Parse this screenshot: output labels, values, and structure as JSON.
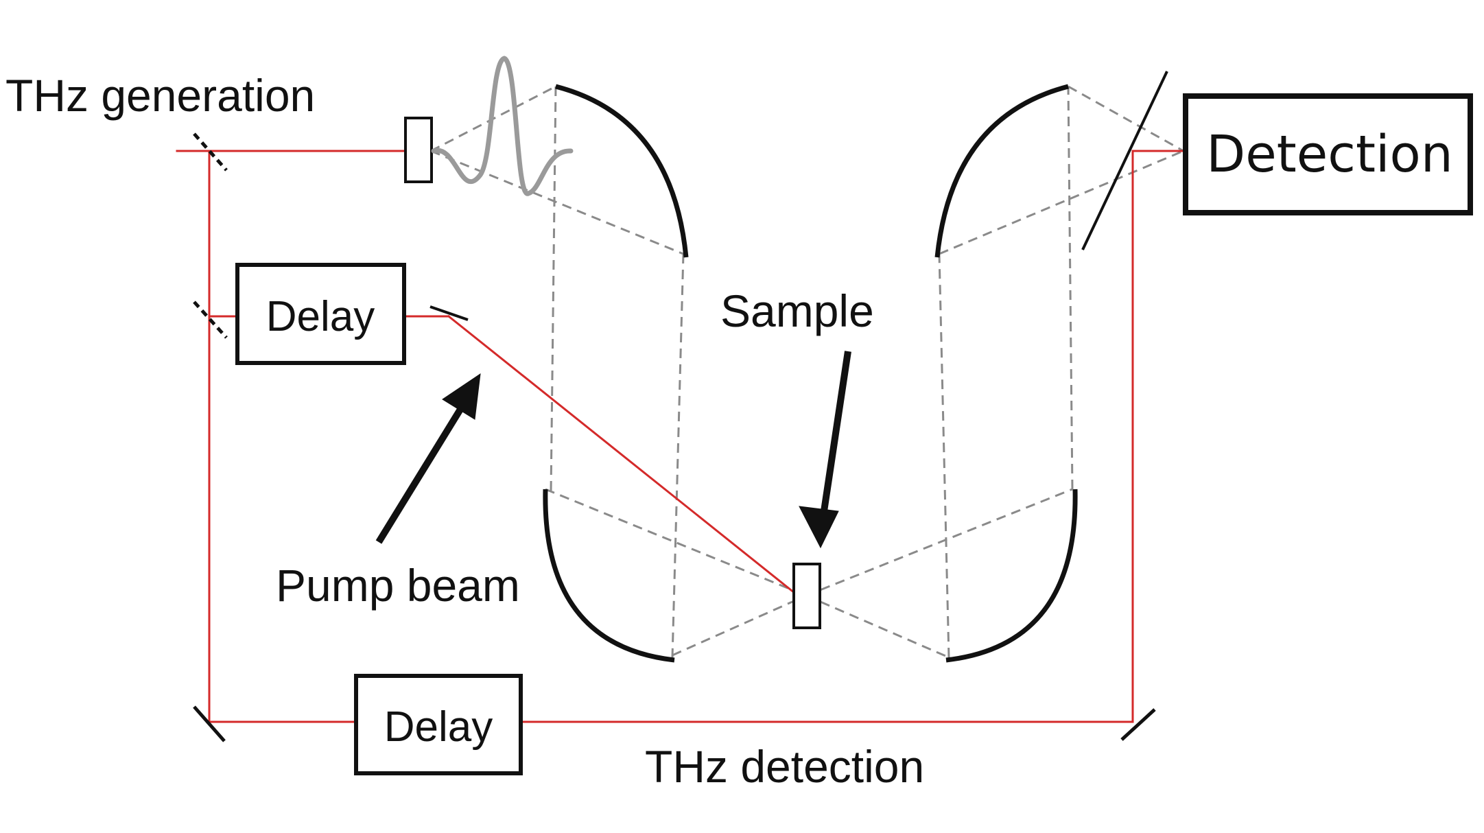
{
  "title": "THz pump-probe setup",
  "labels": {
    "thz_generation": "THz generation",
    "thz_detection": "THz detection",
    "sample": "Sample",
    "pump_beam": "Pump beam",
    "delay_top": "Delay",
    "delay_bottom": "Delay",
    "detection": "Detection"
  },
  "colors": {
    "laser": "#d42a2a",
    "optics": "#111111",
    "thz_path": "#8a8a8a",
    "pulse": "#9a9a9a"
  }
}
